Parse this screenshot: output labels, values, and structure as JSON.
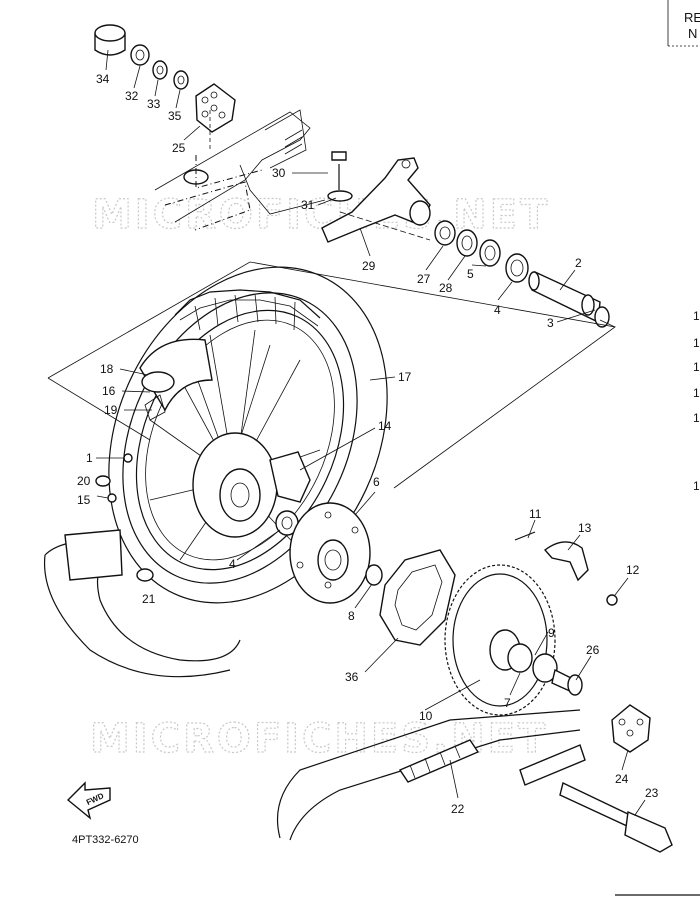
{
  "watermark": "MICROFICHES.NET",
  "diagram_code": "4PT332-6270",
  "fwd_label": "FWD",
  "corner_ref": [
    "RE",
    "N"
  ],
  "right_margin_marks": [
    "1",
    "1",
    "1",
    "1",
    "1",
    "1"
  ],
  "callouts": [
    {
      "id": "34",
      "text": "34"
    },
    {
      "id": "32",
      "text": "32"
    },
    {
      "id": "33",
      "text": "33"
    },
    {
      "id": "35",
      "text": "35"
    },
    {
      "id": "25",
      "text": "25"
    },
    {
      "id": "30",
      "text": "30"
    },
    {
      "id": "31",
      "text": "31"
    },
    {
      "id": "29",
      "text": "29"
    },
    {
      "id": "27",
      "text": "27"
    },
    {
      "id": "28",
      "text": "28"
    },
    {
      "id": "5",
      "text": "5"
    },
    {
      "id": "4a",
      "text": "4"
    },
    {
      "id": "2",
      "text": "2"
    },
    {
      "id": "3",
      "text": "3"
    },
    {
      "id": "18",
      "text": "18"
    },
    {
      "id": "16",
      "text": "16"
    },
    {
      "id": "19",
      "text": "19"
    },
    {
      "id": "17",
      "text": "17"
    },
    {
      "id": "14",
      "text": "14"
    },
    {
      "id": "1",
      "text": "1"
    },
    {
      "id": "20",
      "text": "20"
    },
    {
      "id": "15",
      "text": "15"
    },
    {
      "id": "6",
      "text": "6"
    },
    {
      "id": "4b",
      "text": "4"
    },
    {
      "id": "21",
      "text": "21"
    },
    {
      "id": "8",
      "text": "8"
    },
    {
      "id": "36",
      "text": "36"
    },
    {
      "id": "10",
      "text": "10"
    },
    {
      "id": "11",
      "text": "11"
    },
    {
      "id": "13",
      "text": "13"
    },
    {
      "id": "12",
      "text": "12"
    },
    {
      "id": "9",
      "text": "9"
    },
    {
      "id": "26",
      "text": "26"
    },
    {
      "id": "7",
      "text": "7"
    },
    {
      "id": "22",
      "text": "22"
    },
    {
      "id": "24",
      "text": "24"
    },
    {
      "id": "23",
      "text": "23"
    }
  ]
}
